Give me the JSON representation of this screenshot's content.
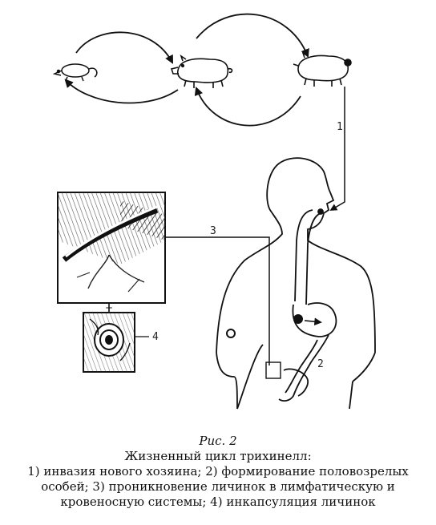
{
  "figure": {
    "labels": {
      "step1": "1",
      "step2": "2",
      "step3": "3",
      "step4": "4"
    }
  },
  "caption": {
    "figure_number": "Рис. 2",
    "title": "Жизненный цикл трихинелл:",
    "line1": "1) инвазия нового хозяина; 2) формирование половозрелых",
    "line2": "особей; 3) проникновение личинок в лимфатическую и",
    "line3": "кровеносную системы; 4) инкапсуляция личинок"
  }
}
